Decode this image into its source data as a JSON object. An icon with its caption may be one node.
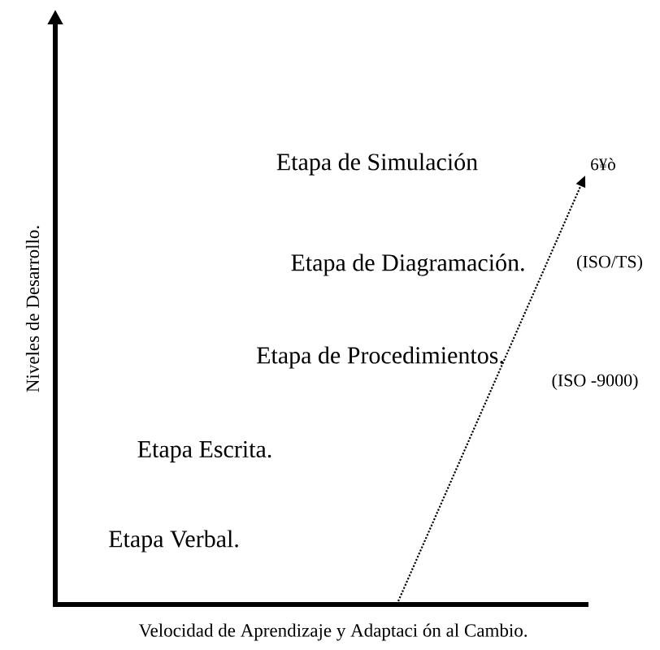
{
  "diagram": {
    "labels": [
      "Etapa de Simulación",
      "6¥ò",
      "Etapa de Diagramación.",
      "(ISO/TS)",
      "Etapa de Procedimientos.",
      "(ISO -9000)",
      "Etapa Escrita.",
      "Etapa Verbal.",
      "Niveles de Desarrollo.",
      "Velocidad de Aprendizaje y Adaptaci ón al Cambio."
    ]
  }
}
